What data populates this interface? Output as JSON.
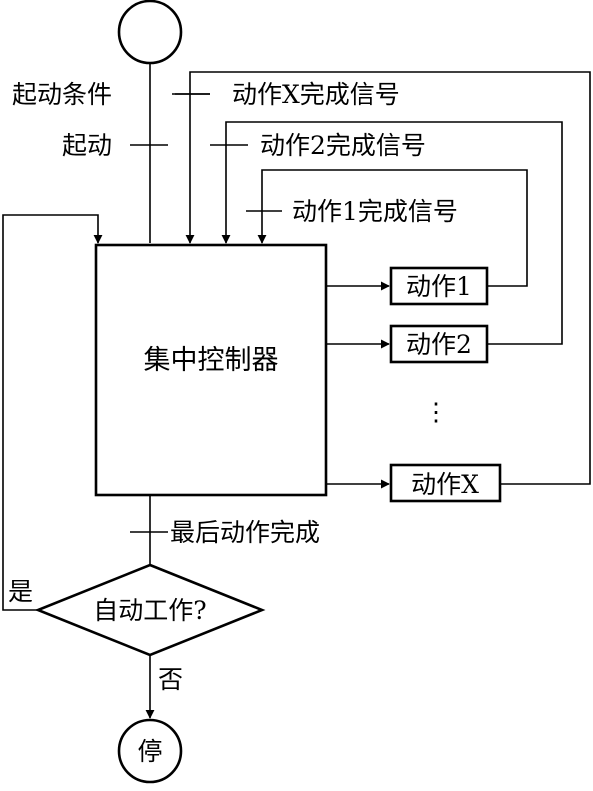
{
  "diagram": {
    "start_condition": "起动条件",
    "start": "起动",
    "signal_x": "动作X完成信号",
    "signal_2": "动作2完成信号",
    "signal_1": "动作1完成信号",
    "controller": "集中控制器",
    "action_1": "动作1",
    "action_2": "动作2",
    "action_ellipsis": "⋮",
    "action_x": "动作X",
    "last_action_done": "最后动作完成",
    "decision": "自动工作?",
    "yes": "是",
    "no": "否",
    "stop": "停"
  }
}
